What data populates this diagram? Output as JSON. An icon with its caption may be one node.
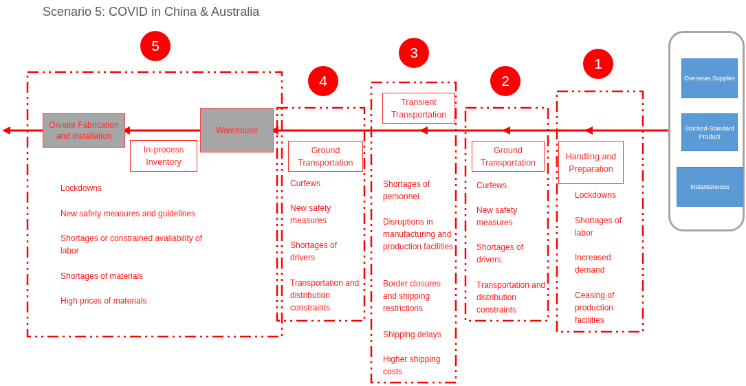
{
  "diagram": {
    "title": "Scenario 5: COVID in China & Australia",
    "nodes": [
      {
        "text": [
          "5"
        ]
      },
      {
        "text": [
          "Lockdowns",
          "New safety measures and guidelines",
          "Shortages or constrained availability of labor",
          "Shortages of materials",
          "High prices of materials"
        ]
      },
      {
        "text": [
          "On-site Fabrication and Installation"
        ],
        "in": 1
      },
      {
        "text": [
          "Warehouse"
        ],
        "in": 1
      },
      {
        "text": [
          "In-process Inventory"
        ],
        "in": 1
      },
      {
        "text": [
          "4"
        ]
      },
      {
        "text": [
          "Curfews",
          "New safety measures",
          "Shortages of drivers",
          "Transportation and distribution constraints"
        ]
      },
      {
        "text": [
          "Ground Transportation"
        ],
        "in": 6
      },
      {
        "text": [
          "3"
        ]
      },
      {
        "text": [
          "Shortages of personnel",
          "Disruptions in manufacturing and production facilities",
          "Border closures and shipping restrictions",
          "Shipping delays",
          "Higher shipping costs"
        ]
      },
      {
        "text": [
          "Transient Transportation"
        ],
        "in": 9
      },
      {
        "text": [
          "2"
        ]
      },
      {
        "text": [
          "Curfews",
          "New safety measures",
          "Shortages of drivers",
          "Transportation and distribution constraints"
        ]
      },
      {
        "text": [
          "Ground Transportation"
        ],
        "in": 12
      },
      {
        "text": [
          "1"
        ]
      },
      {
        "text": [
          "Lockdowns",
          "Shortages of labor",
          "Increased demand",
          "Ceasing of production facilities"
        ]
      },
      {
        "text": [
          "Handling and Preparation"
        ],
        "in": 15
      },
      {
        "text": [],
        "shape": "box"
      },
      {
        "text": [
          "Overseas Supplier"
        ],
        "in": 17
      },
      {
        "text": [
          "Stocked-Standard Product"
        ],
        "in": 17
      },
      {
        "text": [
          "Instantaneous"
        ],
        "in": 17
      }
    ],
    "edges": [
      {
        "from": 17,
        "to": 3,
        "arrow": "to"
      },
      {
        "from": 3,
        "to": 2,
        "arrow": "to"
      },
      {
        "from": 2,
        "to": null,
        "arrow": "to"
      }
    ]
  }
}
